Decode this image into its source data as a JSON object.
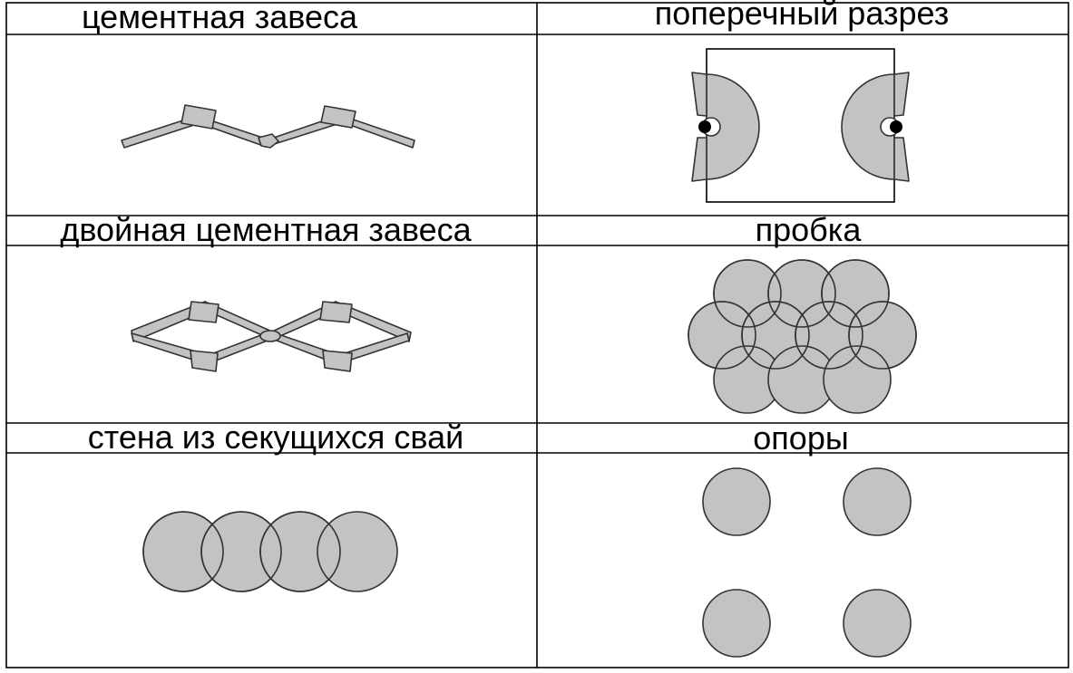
{
  "cells": [
    {
      "id": "cement-curtain",
      "label": "цементная завеса"
    },
    {
      "id": "cross-section",
      "label": "поперечный разрез"
    },
    {
      "id": "double-cement-curtain",
      "label": "двойная цементная завеса"
    },
    {
      "id": "plug",
      "label": "пробка"
    },
    {
      "id": "secant-pile-wall",
      "label": "стена из секущихся свай"
    },
    {
      "id": "supports",
      "label": "опоры"
    }
  ],
  "colors": {
    "fill": "#c3c3c3",
    "stroke": "#333333",
    "grid": "#000000",
    "background": "#ffffff"
  }
}
